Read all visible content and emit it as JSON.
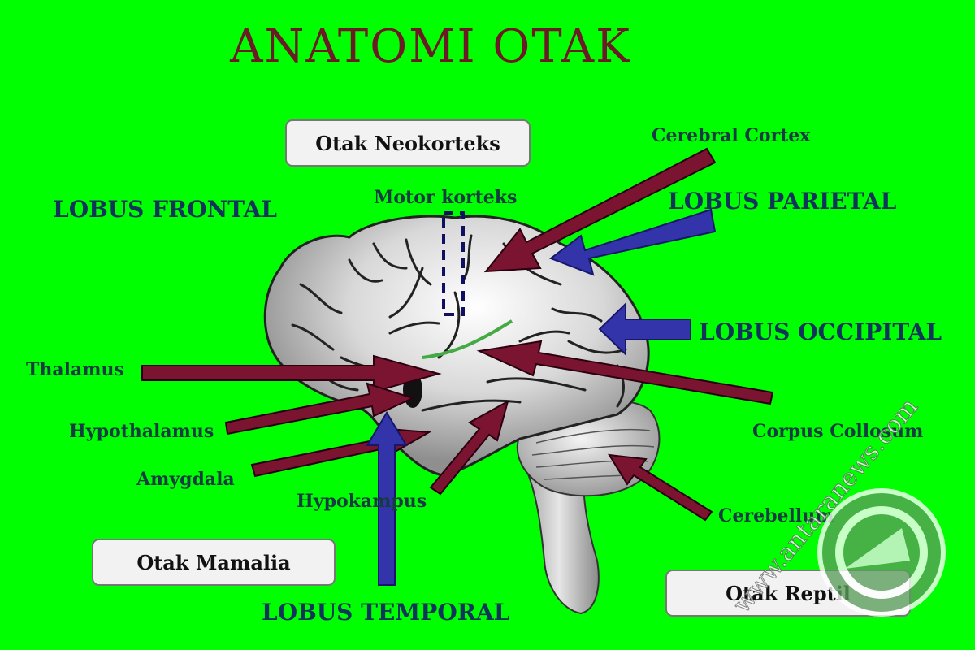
{
  "title": "ANATOMI  OTAK",
  "boxes": {
    "neokorteks": "Otak Neokorteks",
    "mamalia": "Otak Mamalia",
    "reptil": "Otak Reptil"
  },
  "lobes": {
    "frontal": "LOBUS FRONTAL",
    "parietal": "LOBUS PARIETAL",
    "occipital": "LOBUS OCCIPITAL",
    "temporal": "LOBUS TEMPORAL"
  },
  "parts": {
    "motor_korteks": "Motor korteks",
    "cerebral_cortex": "Cerebral Cortex",
    "thalamus": "Thalamus",
    "hypothalamus": "Hypothalamus",
    "amygdala": "Amygdala",
    "hypokampus": "Hypokampus",
    "corpus_collosum": "Corpus  Collosum",
    "cerebellum": "Cerebellum"
  },
  "watermark": "www.antaranews.com",
  "colors": {
    "background": "#00ff00",
    "title": "#6b1a26",
    "maroon_arrow": "#7a1430",
    "blue_arrow": "#3333aa",
    "brain": "#d9d9d9"
  }
}
